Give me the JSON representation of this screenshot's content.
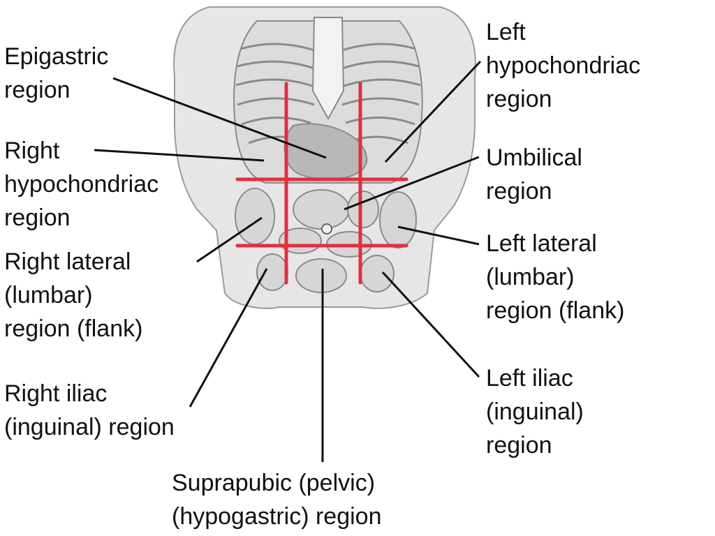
{
  "colors": {
    "grid_lines": "#e0303e",
    "leader_lines": "#111111",
    "body_fill": "#e6e6e6",
    "body_outline": "#9a9a9a",
    "organ_fill": "#c8c8c8"
  },
  "labels": {
    "epigastric": {
      "line1": "Epigastric",
      "line2": "region"
    },
    "right_hypochondriac": {
      "line1": "Right",
      "line2": "hypochondriac",
      "line3": "region"
    },
    "right_lateral": {
      "line1": "Right lateral",
      "line2": "(lumbar)",
      "line3": "region (flank)"
    },
    "right_iliac": {
      "line1": "Right iliac",
      "line2": "(inguinal) region"
    },
    "left_hypochondriac": {
      "line1": "Left",
      "line2": "hypochondriac",
      "line3": "region"
    },
    "umbilical": {
      "line1": "Umbilical",
      "line2": "region"
    },
    "left_lateral": {
      "line1": "Left lateral",
      "line2": "(lumbar)",
      "line3": "region (flank)"
    },
    "left_iliac": {
      "line1": "Left iliac",
      "line2": "(inguinal)",
      "line3": "region"
    },
    "suprapubic": {
      "line1": "Suprapubic (pelvic)",
      "line2": "(hypogastric) region"
    }
  }
}
